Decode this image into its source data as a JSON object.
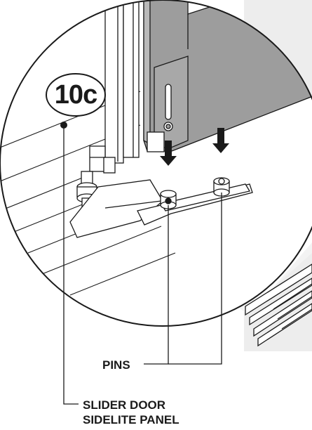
{
  "diagram": {
    "step_number": "10c",
    "callouts": {
      "pins": "PINS",
      "panel_line_1": "SLIDER DOOR",
      "panel_line_2": "SIDELITE PANEL"
    },
    "colors": {
      "ink": "#1a1a1a",
      "panel_gray": "#9d9d9d",
      "backdrop_gray": "#ededed",
      "ghost_gray": "#f3f3f3"
    }
  }
}
